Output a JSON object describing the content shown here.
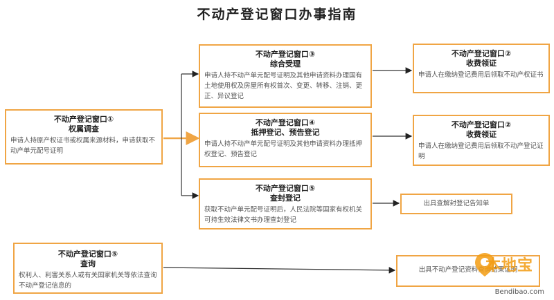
{
  "title": "不动产登记窗口办事指南",
  "boxes": {
    "left_top": {
      "line1": "不动产登记窗口①",
      "line2": "权属调查",
      "desc": "申请人持原产权证书或权属来源材料，申请获取不动产单元配号证明"
    },
    "mid1": {
      "line1": "不动产登记窗口③",
      "line2": "综合受理",
      "desc": "申请人持不动产单元配号证明及其他申请资料办理国有土地使用权及房屋所有权首次、变更、转移、注销、更正、异议登记"
    },
    "mid2": {
      "line1": "不动产登记窗口④",
      "line2": "抵押登记、预告登记",
      "desc": "申请人持不动产单元配号证明及其他申请资料办理抵押权登记、预告登记"
    },
    "mid3": {
      "line1": "不动产登记窗口⑤",
      "line2": "查封登记",
      "desc": "获取不动产单元配号证明后，人民法院等国家有权机关可持生效法律文书办理查封登记"
    },
    "right1": {
      "line1": "不动产登记窗口②",
      "line2": "收费领证",
      "desc": "申请人在缴纳登记费用后领取不动产权证书"
    },
    "right2": {
      "line1": "不动产登记窗口②",
      "line2": "收费领证",
      "desc": "申请人在缴纳登记费用后领取不动产登记证明"
    },
    "right3": {
      "desc": "出具查解封登记告知单"
    },
    "left_bottom": {
      "line1": "不动产登记窗口⑤",
      "line2": "查询",
      "desc": "权利人、利害关系人或有关国家机关等依法查询不动产登记信息的"
    },
    "right4": {
      "desc": "出具不动产登记资料查询结果证明"
    }
  },
  "watermark": {
    "text": "本地宝",
    "url": "Bendibao.com"
  },
  "colors": {
    "box_border": "#f0a544",
    "arrow": "#222222",
    "highlight_arrow": "#f0a544"
  },
  "icons": {
    "arrow": "arrow-right-icon"
  }
}
